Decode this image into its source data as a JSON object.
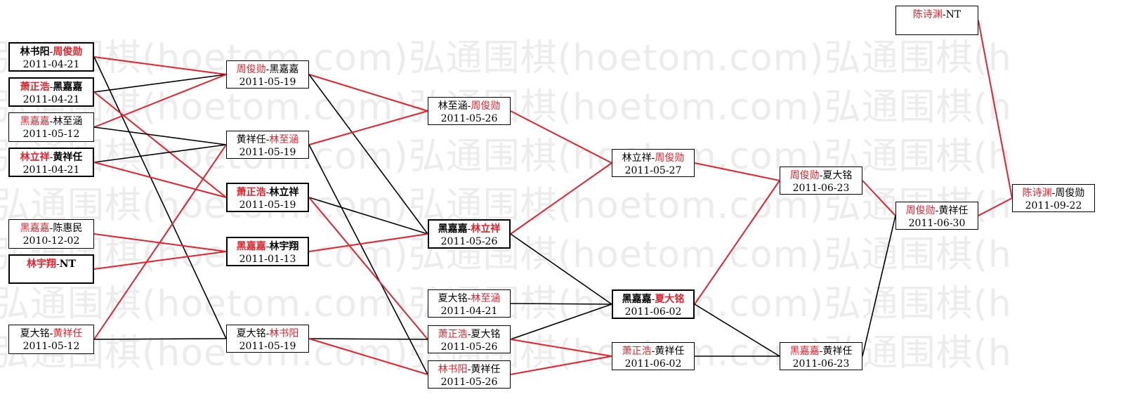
{
  "watermark": "弘通围棋(hoetom.com)弘通围棋(hoetom.com)弘通围棋(h",
  "colors": {
    "win": "#e8202a",
    "loss": "#000000"
  },
  "nodes": [
    {
      "id": "r1a",
      "p1": "林书阳",
      "p2": "周俊勋",
      "winner": 2,
      "date": "2011-04-21",
      "bold": true
    },
    {
      "id": "r1b",
      "p1": "萧正浩",
      "p2": "黑嘉嘉",
      "winner": 1,
      "date": "2011-04-21",
      "bold": true
    },
    {
      "id": "r1c",
      "p1": "黑嘉嘉",
      "p2": "林至涵",
      "winner": 1,
      "date": "2011-05-12",
      "bold": false
    },
    {
      "id": "r1d",
      "p1": "林立祥",
      "p2": "黄祥任",
      "winner": 1,
      "date": "2011-04-21",
      "bold": true
    },
    {
      "id": "r1e",
      "p1": "黑嘉嘉",
      "p2": "陈惠民",
      "winner": 1,
      "date": "2010-12-02",
      "bold": false
    },
    {
      "id": "r1f",
      "p1": "林宇翔",
      "p2": "NT",
      "winner": 1,
      "date": "",
      "bold": true
    },
    {
      "id": "r1g",
      "p1": "夏大铭",
      "p2": "黄祥任",
      "winner": 2,
      "date": "2011-05-12",
      "bold": false
    },
    {
      "id": "r2a",
      "p1": "周俊勋",
      "p2": "黑嘉嘉",
      "winner": 1,
      "date": "2011-05-19",
      "bold": false
    },
    {
      "id": "r2b",
      "p1": "黄祥任",
      "p2": "林至涵",
      "winner": 2,
      "date": "2011-05-19",
      "bold": false
    },
    {
      "id": "r2c",
      "p1": "萧正浩",
      "p2": "林立祥",
      "winner": 1,
      "date": "2011-05-19",
      "bold": true
    },
    {
      "id": "r2d",
      "p1": "黑嘉嘉",
      "p2": "林宇翔",
      "winner": 1,
      "date": "2011-01-13",
      "bold": true
    },
    {
      "id": "r2e",
      "p1": "夏大铭",
      "p2": "林书阳",
      "winner": 2,
      "date": "2011-05-19",
      "bold": false
    },
    {
      "id": "r3a",
      "p1": "林至涵",
      "p2": "周俊勋",
      "winner": 2,
      "date": "2011-05-26",
      "bold": false
    },
    {
      "id": "r3b",
      "p1": "黑嘉嘉",
      "p2": "林立祥",
      "winner": 2,
      "date": "2011-05-26",
      "bold": true
    },
    {
      "id": "r3c",
      "p1": "夏大铭",
      "p2": "林至涵",
      "winner": 2,
      "date": "2011-04-21",
      "bold": false
    },
    {
      "id": "r3d",
      "p1": "萧正浩",
      "p2": "夏大铭",
      "winner": 1,
      "date": "2011-05-26",
      "bold": false
    },
    {
      "id": "r3e",
      "p1": "林书阳",
      "p2": "黄祥任",
      "winner": 1,
      "date": "2011-05-26",
      "bold": false
    },
    {
      "id": "r4a",
      "p1": "林立祥",
      "p2": "周俊勋",
      "winner": 2,
      "date": "2011-05-27",
      "bold": false
    },
    {
      "id": "r4b",
      "p1": "黑嘉嘉",
      "p2": "夏大铭",
      "winner": 2,
      "date": "2011-06-02",
      "bold": true
    },
    {
      "id": "r4c",
      "p1": "萧正浩",
      "p2": "黄祥任",
      "winner": 1,
      "date": "2011-06-02",
      "bold": false
    },
    {
      "id": "r5a",
      "p1": "周俊勋",
      "p2": "夏大铭",
      "winner": 1,
      "date": "2011-06-23",
      "bold": false
    },
    {
      "id": "r5b",
      "p1": "黑嘉嘉",
      "p2": "黄祥任",
      "winner": 1,
      "date": "2011-06-23",
      "bold": false
    },
    {
      "id": "r6",
      "p1": "周俊勋",
      "p2": "黄祥任",
      "winner": 1,
      "date": "2011-06-30",
      "bold": false
    },
    {
      "id": "top",
      "p1": "陈诗渊",
      "p2": "NT",
      "winner": 1,
      "date": "",
      "bold": false
    },
    {
      "id": "final",
      "p1": "陈诗渊",
      "p2": "周俊勋",
      "winner": 1,
      "date": "2011-09-22",
      "bold": false
    }
  ],
  "edges": [
    {
      "from": "r1a",
      "to": "r2a",
      "win": true
    },
    {
      "from": "r1a",
      "to": "r2e",
      "win": false
    },
    {
      "from": "r1b",
      "to": "r2a",
      "win": false
    },
    {
      "from": "r1b",
      "to": "r2c",
      "win": true
    },
    {
      "from": "r1c",
      "to": "r2a",
      "win": true
    },
    {
      "from": "r1c",
      "to": "r2b",
      "win": false
    },
    {
      "from": "r1d",
      "to": "r2b",
      "win": false
    },
    {
      "from": "r1d",
      "to": "r2c",
      "win": true
    },
    {
      "from": "r1e",
      "to": "r2d",
      "win": true
    },
    {
      "from": "r1f",
      "to": "r2d",
      "win": true
    },
    {
      "from": "r1g",
      "to": "r2b",
      "win": true
    },
    {
      "from": "r1g",
      "to": "r2e",
      "win": false
    },
    {
      "from": "r2a",
      "to": "r3a",
      "win": true
    },
    {
      "from": "r2a",
      "to": "r3b",
      "win": false
    },
    {
      "from": "r2b",
      "to": "r3a",
      "win": true
    },
    {
      "from": "r2b",
      "to": "r3e",
      "win": false
    },
    {
      "from": "r2c",
      "to": "r3b",
      "win": false
    },
    {
      "from": "r2c",
      "to": "r3d",
      "win": true
    },
    {
      "from": "r2d",
      "to": "r3b",
      "win": true
    },
    {
      "from": "r2e",
      "to": "r3d",
      "win": false
    },
    {
      "from": "r2e",
      "to": "r3e",
      "win": true
    },
    {
      "from": "r3a",
      "to": "r4a",
      "win": true
    },
    {
      "from": "r3b",
      "to": "r4a",
      "win": true
    },
    {
      "from": "r3b",
      "to": "r4b",
      "win": false
    },
    {
      "from": "r3c",
      "to": "r4b",
      "win": false
    },
    {
      "from": "r3d",
      "to": "r4b",
      "win": false
    },
    {
      "from": "r3d",
      "to": "r4c",
      "win": true
    },
    {
      "from": "r3e",
      "to": "r4c",
      "win": true
    },
    {
      "from": "r4a",
      "to": "r5a",
      "win": true
    },
    {
      "from": "r4b",
      "to": "r5a",
      "win": true
    },
    {
      "from": "r4b",
      "to": "r5b",
      "win": false
    },
    {
      "from": "r4c",
      "to": "r5b",
      "win": false
    },
    {
      "from": "r5a",
      "to": "r6",
      "win": true
    },
    {
      "from": "r5b",
      "to": "r6",
      "win": false
    },
    {
      "from": "r6",
      "to": "final",
      "win": true
    },
    {
      "from": "top",
      "to": "final",
      "win": true
    }
  ]
}
